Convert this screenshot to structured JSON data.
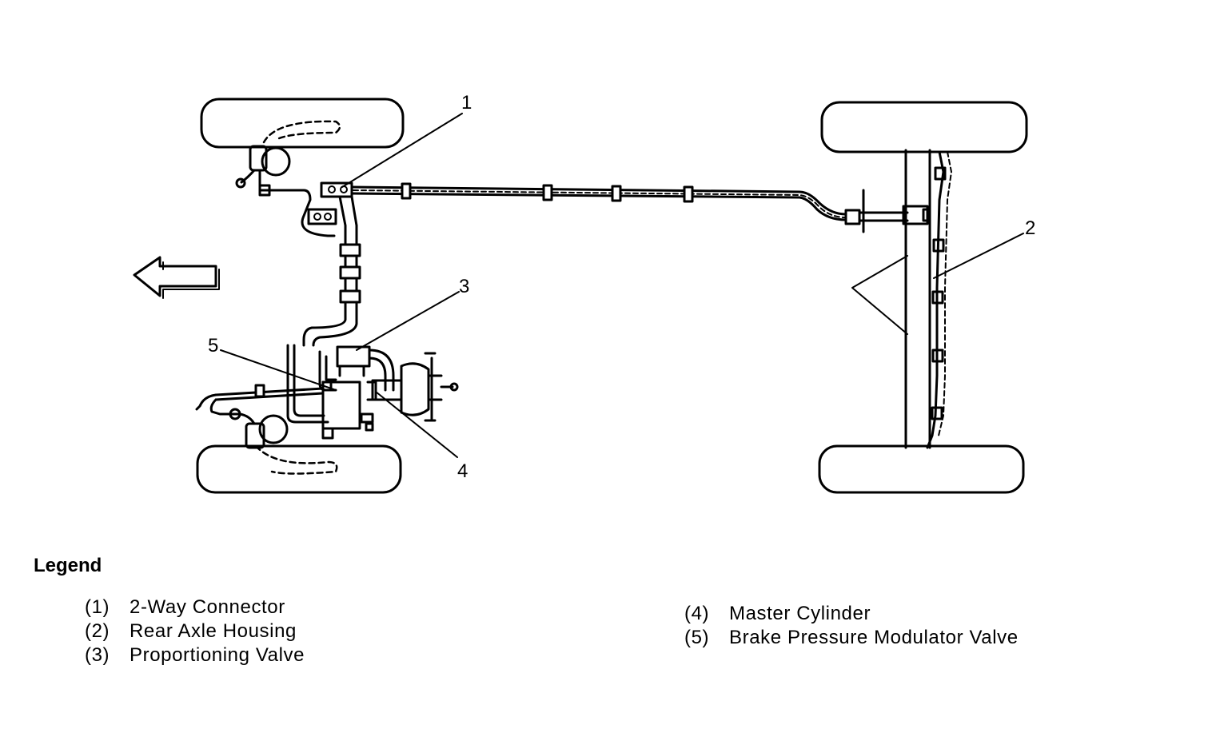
{
  "callouts": [
    "1",
    "2",
    "3",
    "4",
    "5"
  ],
  "legend": {
    "title": "Legend",
    "items": [
      {
        "num": "(1)",
        "label": "2-Way Connector"
      },
      {
        "num": "(2)",
        "label": "Rear Axle Housing"
      },
      {
        "num": "(3)",
        "label": "Proportioning Valve"
      },
      {
        "num": "(4)",
        "label": "Master Cylinder"
      },
      {
        "num": "(5)",
        "label": "Brake Pressure Modulator Valve"
      }
    ]
  },
  "icons": [
    "direction-arrow-icon"
  ]
}
